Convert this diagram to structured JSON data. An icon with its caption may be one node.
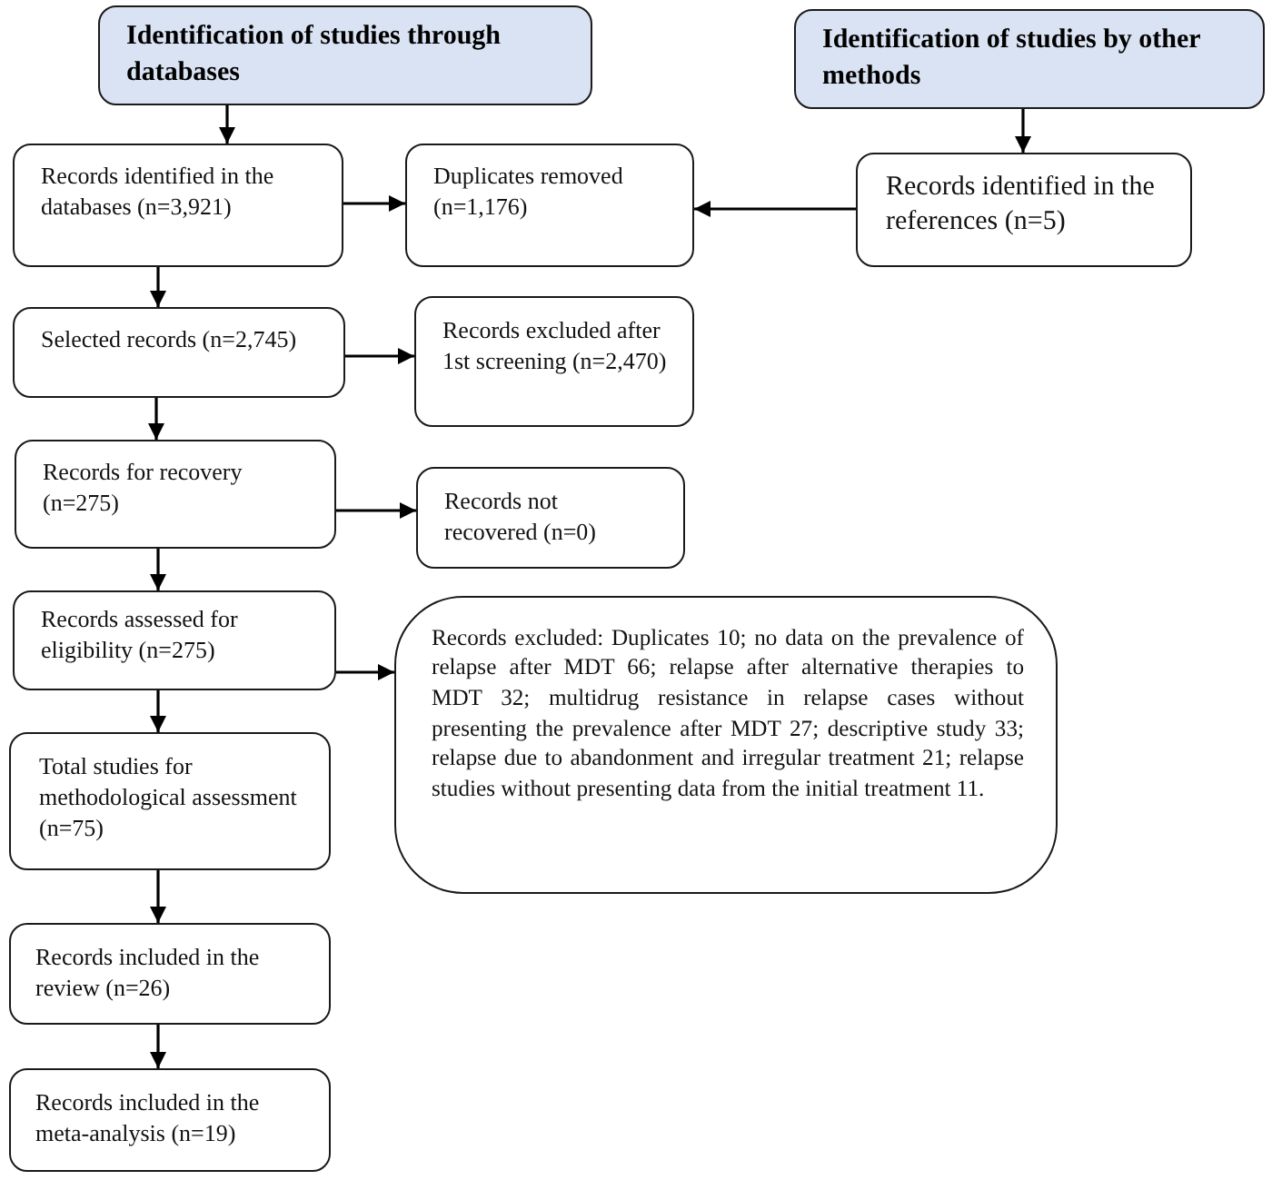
{
  "diagram": {
    "nodes": [
      {
        "text": [
          "Identification of studies through databases"
        ]
      },
      {
        "text": [
          "Identification of studies by other methods"
        ]
      },
      {
        "text": [
          "Records identified in the databases (n=3,921)"
        ]
      },
      {
        "text": [
          "Duplicates removed (n=1,176)"
        ]
      },
      {
        "text": [
          "Records identified in the references (n=5)"
        ]
      },
      {
        "text": [
          "Selected records (n=2,745)"
        ]
      },
      {
        "text": [
          "Records excluded after 1st screening (n=2,470)"
        ]
      },
      {
        "text": [
          "Records for recovery (n=275)"
        ]
      },
      {
        "text": [
          "Records not recovered (n=0)"
        ]
      },
      {
        "text": [
          "Records assessed for eligibility (n=275)"
        ]
      },
      {
        "text": [
          "Records excluded: Duplicates 10; no data on the prevalence of relapse after MDT 66; relapse after alternative therapies to MDT 32; multidrug resistance in relapse cases without presenting the prevalence after MDT 27; descriptive study 33; relapse due to abandonment and irregular treatment 21; relapse studies without presenting data from the initial treatment 11."
        ]
      },
      {
        "text": [
          "Total studies for methodological assessment (n=75)"
        ]
      },
      {
        "text": [
          "Records included in the review (n=26)"
        ]
      },
      {
        "text": [
          "Records included in the meta-analysis (n=19)"
        ]
      }
    ],
    "edges": [
      {
        "from": 0,
        "to": 2,
        "arrow": "to"
      },
      {
        "from": 1,
        "to": 4,
        "arrow": "to"
      },
      {
        "from": 2,
        "to": 3,
        "arrow": "to"
      },
      {
        "from": 4,
        "to": 3,
        "arrow": "to"
      },
      {
        "from": 2,
        "to": 5,
        "arrow": "to"
      },
      {
        "from": 5,
        "to": 6,
        "arrow": "to"
      },
      {
        "from": 5,
        "to": 7,
        "arrow": "to"
      },
      {
        "from": 7,
        "to": 8,
        "arrow": "to"
      },
      {
        "from": 7,
        "to": 9,
        "arrow": "to"
      },
      {
        "from": 9,
        "to": 10,
        "arrow": "to"
      },
      {
        "from": 9,
        "to": 11,
        "arrow": "to"
      },
      {
        "from": 11,
        "to": 12,
        "arrow": "to"
      },
      {
        "from": 12,
        "to": 13,
        "arrow": "to"
      }
    ]
  }
}
